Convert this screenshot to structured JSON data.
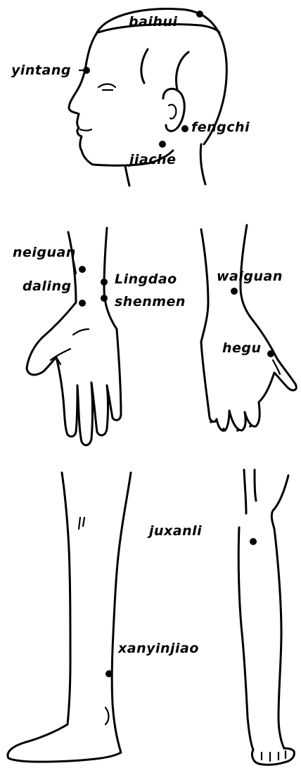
{
  "colors": {
    "ink": "#000000",
    "paper": "#ffffff"
  },
  "head": {
    "points": {
      "baihui": "baihui",
      "yintang": "yintang",
      "fengchi": "fengchi",
      "jiache": "jiache"
    }
  },
  "hands": {
    "points": {
      "neiguan": "neiguan",
      "daling": "daling",
      "lingdao": "Lingdao",
      "shenmen": "shenmen",
      "waiguan": "waiguan",
      "hegu": "hegu"
    }
  },
  "legs": {
    "points": {
      "juxanli": "juxanli",
      "xanyinjiao": "xanyinjiao"
    }
  }
}
